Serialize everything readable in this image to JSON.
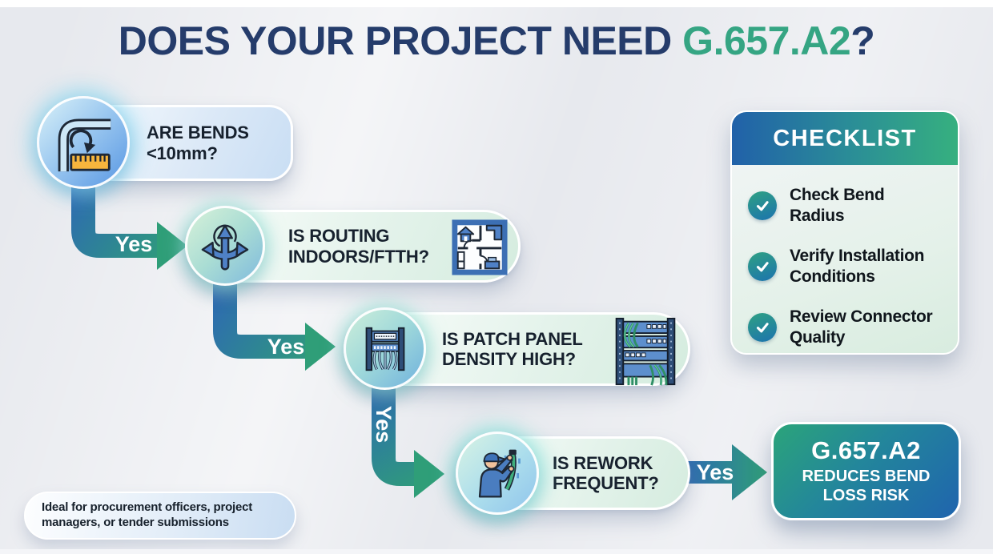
{
  "title": {
    "part1": "DOES YOUR PROJECT NEED ",
    "highlight": "G.657.A2",
    "part2": "?"
  },
  "steps": [
    {
      "line1": "ARE BENDS",
      "line2": "<10mm?",
      "icon": "bend-radius-ruler-icon"
    },
    {
      "line1": "IS ROUTING",
      "line2": "INDOORS/FTTH?",
      "icon": "branching-arrows-icon",
      "side_icon": "floor-plan-icon"
    },
    {
      "line1": "IS PATCH PANEL",
      "line2": "DENSITY HIGH?",
      "icon": "patch-panel-icon",
      "side_icon": "cable-rack-icon"
    },
    {
      "line1": "IS REWORK",
      "line2": "FREQUENT?",
      "icon": "technician-icon"
    }
  ],
  "connector_labels": [
    "Yes",
    "Yes",
    "Yes",
    "Yes"
  ],
  "checklist": {
    "title": "CHECKLIST",
    "items": [
      "Check Bend Radius",
      "Verify Installation Conditions",
      "Review Connector Quality"
    ],
    "item_icon": "check-circle-icon"
  },
  "result": {
    "headline": "G.657.A2",
    "line1": "REDUCES BEND",
    "line2": "LOSS RISK"
  },
  "footnote": "Ideal for procurement officers, project managers, or tender submissions",
  "colors": {
    "title_navy": "#253c6b",
    "title_green": "#35a583",
    "arrow_blue": "#2e6ab2",
    "arrow_green": "#2f9e78",
    "checklist_header_blue": "#2161a9",
    "checklist_header_green": "#36b07f",
    "result_green": "#2ba47a",
    "result_blue": "#1f64ae",
    "background": "#e7e9ee"
  }
}
